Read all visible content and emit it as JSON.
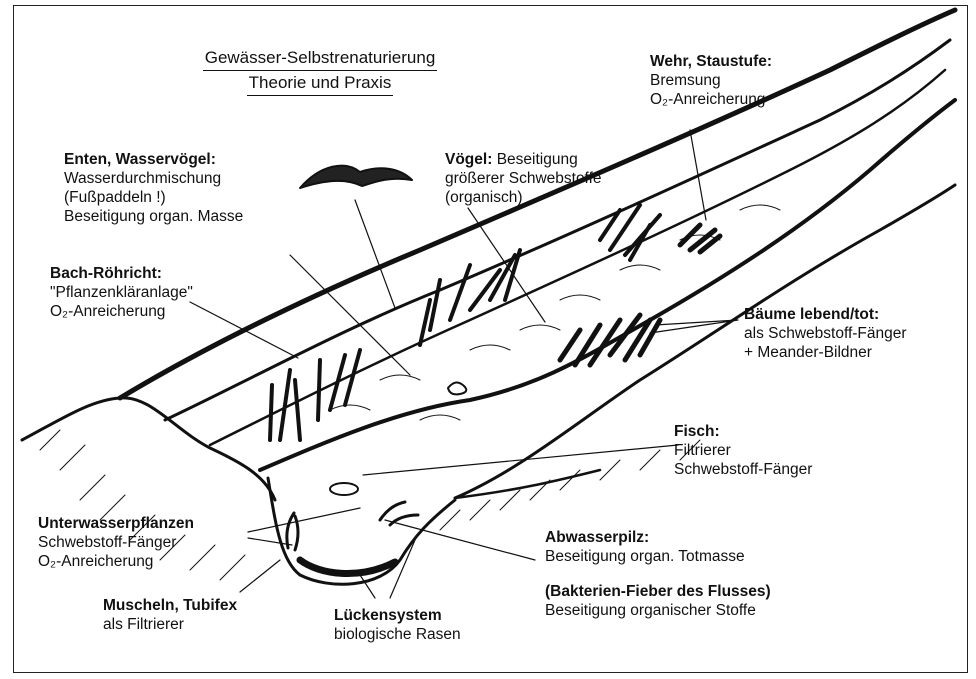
{
  "title": {
    "line1": "Gewässer-Selbstrenaturierung",
    "line2": "Theorie und Praxis"
  },
  "labels": {
    "wehr": {
      "head": "Wehr, Staustufe:",
      "l1": "Bremsung",
      "l2": "O₂-Anreicherung"
    },
    "enten": {
      "head": "Enten, Wasservögel:",
      "l1": "Wasserdurchmischung",
      "l2": "(Fußpaddeln !)",
      "l3": "Beseitigung organ. Masse"
    },
    "voegel": {
      "head": "Vögel:",
      "inline": "Beseitigung",
      "l1": "größerer Schwebstoffe",
      "l2": "(organisch)"
    },
    "bach": {
      "head": "Bach-Röhricht:",
      "l1": "\"Pflanzenkläranlage\"",
      "l2": "O₂-Anreicherung"
    },
    "baeume": {
      "head": "Bäume lebend/tot:",
      "l1": "als Schwebstoff-Fänger",
      "l2": "+ Meander-Bildner"
    },
    "fisch": {
      "head": "Fisch:",
      "l1": "Filtrierer",
      "l2": "Schwebstoff-Fänger"
    },
    "unter": {
      "head": "Unterwasserpflanzen",
      "l1": "Schwebstoff-Fänger",
      "l2": "O₂-Anreicherung"
    },
    "abwasser": {
      "head": "Abwasserpilz:",
      "l1": "Beseitigung organ. Totmasse"
    },
    "bakterien": {
      "head": "(Bakterien-Fieber des Flusses)",
      "l1": "Beseitigung organischer Stoffe"
    },
    "muscheln": {
      "head": "Muscheln, Tubifex",
      "l1": "als Filtrierer"
    },
    "luecken": {
      "head": "Lückensystem",
      "l1": "biologische Rasen"
    }
  }
}
